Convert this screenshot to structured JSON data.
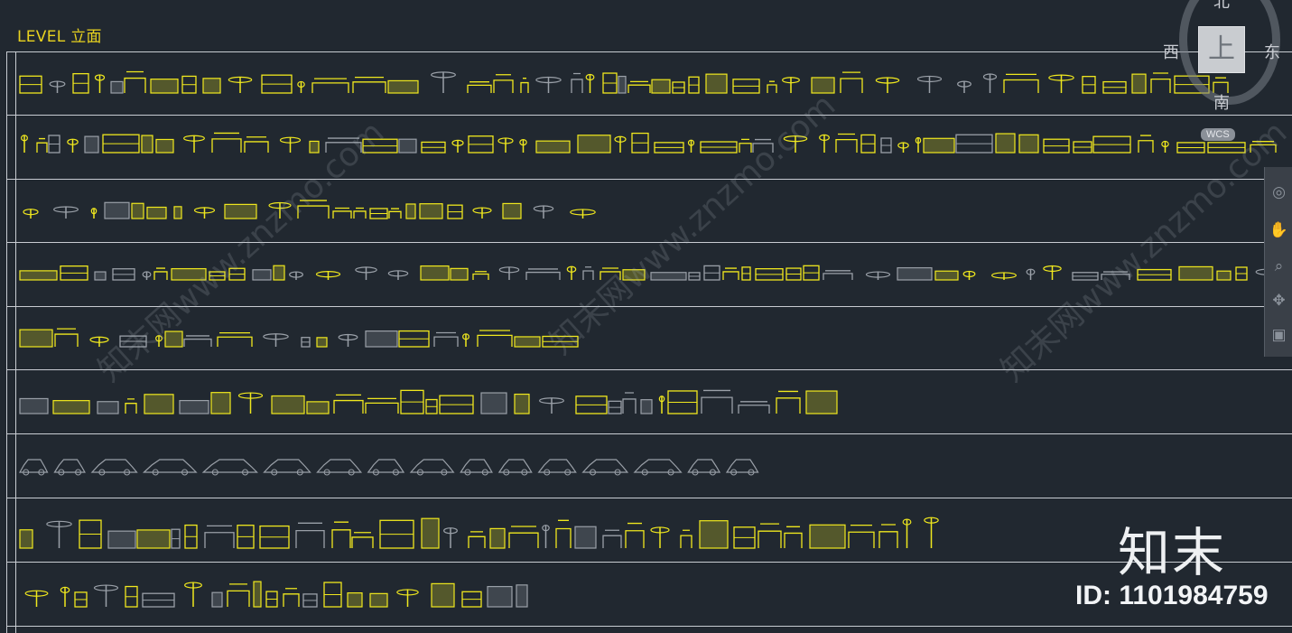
{
  "level_title": "LEVEL 立面",
  "viewcube": {
    "face_label": "上",
    "north": "北",
    "south": "南",
    "west": "西",
    "east": "东",
    "wcs_label": "WCS"
  },
  "navbar": {
    "items": [
      "steering-wheel",
      "pan",
      "zoom",
      "orbit",
      "showmotion"
    ]
  },
  "watermark": {
    "logo_text": "知末",
    "id_text": "ID: 1101984759",
    "diagonal_text": "知末网www.znzmo.com"
  },
  "colors": {
    "background": "#212830",
    "block_yellow": "#f0e81e",
    "block_gray": "#9aa0a8",
    "grid_line": "#c8ccd2"
  }
}
